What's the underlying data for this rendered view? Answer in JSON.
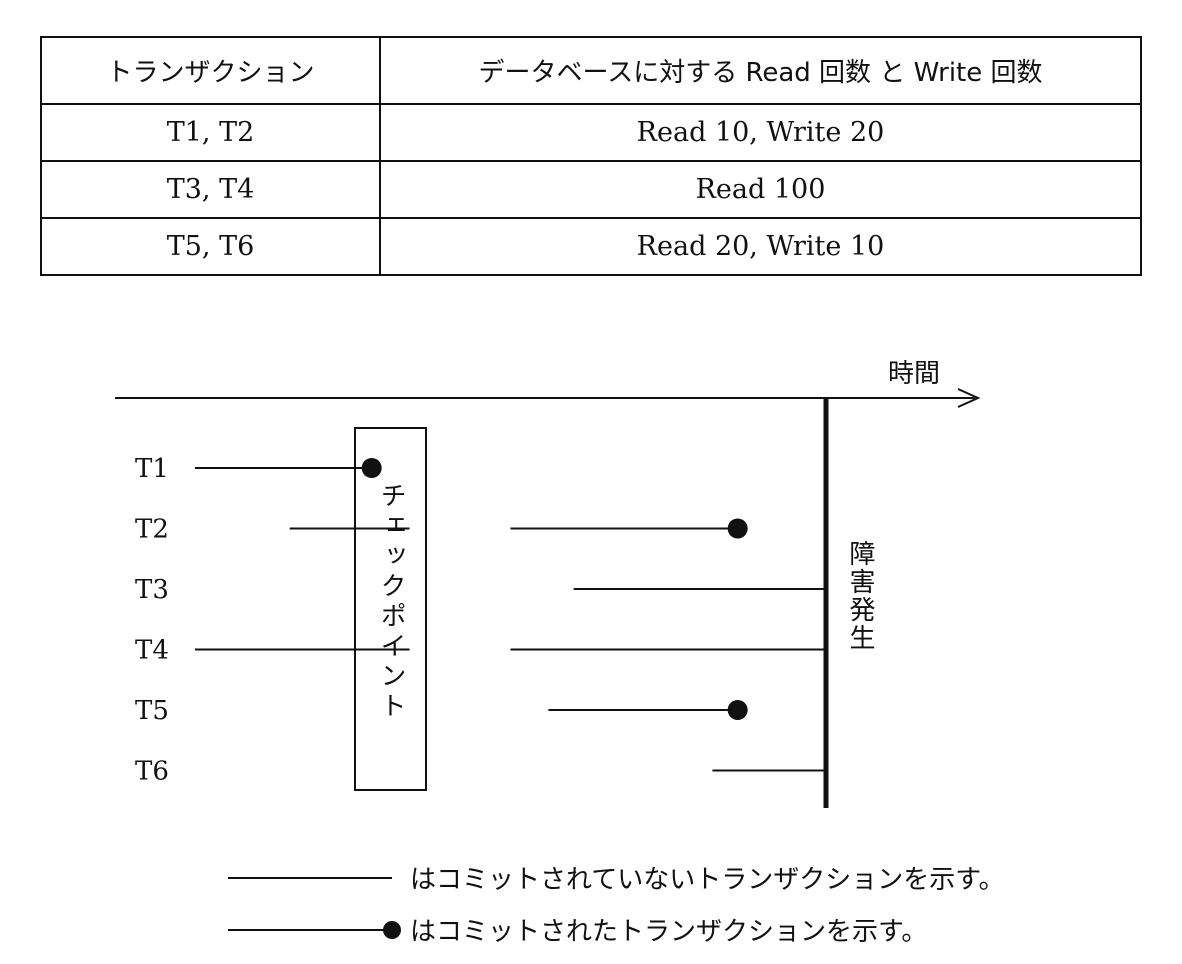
{
  "table": {
    "headers": [
      "トランザクション",
      "データベースに対する Read 回数 と Write 回数"
    ],
    "rows": [
      [
        "T1, T2",
        "Read 10, Write 20"
      ],
      [
        "T3, T4",
        "Read 100"
      ],
      [
        "T5, T6",
        "Read 20, Write 10"
      ]
    ]
  },
  "diagram": {
    "time_label": "時間",
    "checkpoint_label": "チェックポイント",
    "failure_label": "障害発生",
    "transactions": [
      {
        "label": "T1",
        "segments": [
          {
            "start": 0.0,
            "end": 0.28
          }
        ],
        "committed": true
      },
      {
        "label": "T2",
        "segments": [
          {
            "start": 0.15,
            "end": 0.34
          },
          {
            "start": 0.5,
            "end": 0.86
          }
        ],
        "committed": true
      },
      {
        "label": "T3",
        "segments": [
          {
            "start": 0.6,
            "end": 1.0
          }
        ],
        "committed": false
      },
      {
        "label": "T4",
        "segments": [
          {
            "start": 0.0,
            "end": 0.34
          },
          {
            "start": 0.5,
            "end": 1.0
          }
        ],
        "committed": false
      },
      {
        "label": "T5",
        "segments": [
          {
            "start": 0.56,
            "end": 0.86
          }
        ],
        "committed": true
      },
      {
        "label": "T6",
        "segments": [
          {
            "start": 0.82,
            "end": 1.0
          }
        ],
        "committed": false
      }
    ]
  },
  "legend": {
    "uncommitted": "はコミットされていないトランザクションを示す。",
    "committed": "はコミットされたトランザクションを示す。"
  }
}
